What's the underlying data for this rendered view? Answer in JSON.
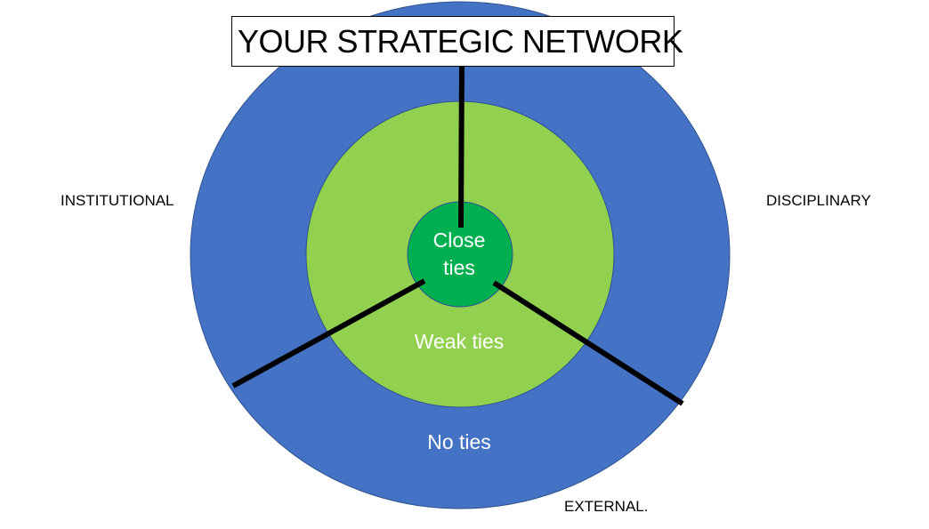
{
  "title": "YOUR STRATEGIC NETWORK",
  "rings": {
    "outer_label": "No ties",
    "middle_label": "Weak ties",
    "inner_label_line1": "Close",
    "inner_label_line2": "ties"
  },
  "sectors": {
    "institutional": "INSTITUTIONAL",
    "disciplinary": "DISCIPLINARY",
    "external": "EXTERNAL."
  },
  "colors": {
    "outer_ring": "#4472C4",
    "middle_ring": "#92D050",
    "inner_circle": "#00B050",
    "divider_lines": "#000000",
    "ring_text": "#FFFFFF"
  }
}
